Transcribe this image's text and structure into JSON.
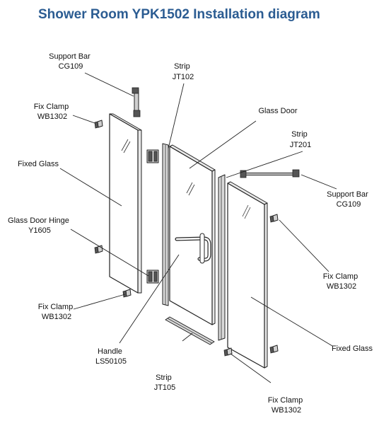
{
  "title": "Shower Room YPK1502 Installation diagram",
  "labels": {
    "support_bar_left": [
      "Support Bar",
      "CG109"
    ],
    "fix_clamp_top_left": [
      "Fix Clamp",
      "WB1302"
    ],
    "fixed_glass_left": [
      "Fixed Glass"
    ],
    "glass_door_hinge": [
      "Glass Door Hinge",
      "Y1605"
    ],
    "fix_clamp_bottom_left": [
      "Fix Clamp",
      "WB1302"
    ],
    "handle": [
      "Handle",
      "LS50105"
    ],
    "strip_jt102": [
      "Strip",
      "JT102"
    ],
    "glass_door": [
      "Glass Door"
    ],
    "strip_jt201": [
      "Strip",
      "JT201"
    ],
    "support_bar_right": [
      "Support Bar",
      "CG109"
    ],
    "fix_clamp_right_mid": [
      "Fix Clamp",
      "WB1302"
    ],
    "fixed_glass_right": [
      "Fixed Glass"
    ],
    "strip_jt105": [
      "Strip",
      "JT105"
    ],
    "fix_clamp_bottom_right": [
      "Fix Clamp",
      "WB1302"
    ]
  },
  "colors": {
    "title": "#2b5c92",
    "line": "#222222"
  }
}
